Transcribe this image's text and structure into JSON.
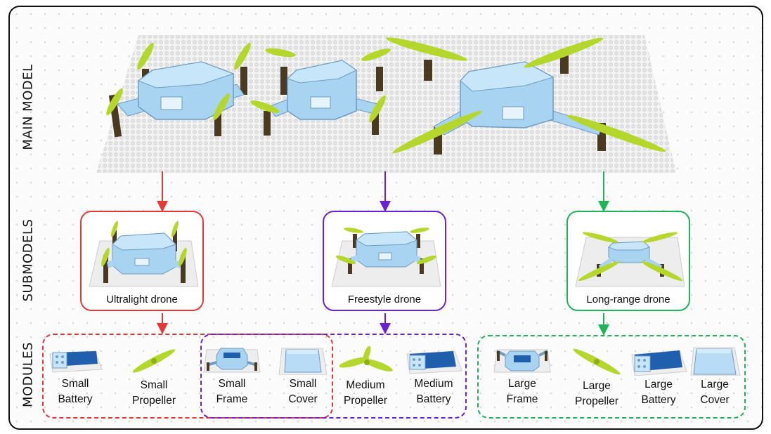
{
  "rows": {
    "main": "MAIN MODEL",
    "submodels": "SUBMODELS",
    "modules": "MODULES"
  },
  "submodels": [
    {
      "label": "Ultralight drone",
      "color": "#e53935"
    },
    {
      "label": "Freestyle drone",
      "color": "#6a22d6"
    },
    {
      "label": "Long-range drone",
      "color": "#1db45a"
    }
  ],
  "modules": [
    {
      "line1": "Small",
      "line2": "Battery",
      "icon": "small-battery-icon"
    },
    {
      "line1": "Small",
      "line2": "Propeller",
      "icon": "small-propeller-icon"
    },
    {
      "line1": "Small",
      "line2": "Frame",
      "icon": "small-frame-icon"
    },
    {
      "line1": "Small",
      "line2": "Cover",
      "icon": "small-cover-icon"
    },
    {
      "line1": "Medium",
      "line2": "Propeller",
      "icon": "medium-propeller-icon"
    },
    {
      "line1": "Medium",
      "line2": "Battery",
      "icon": "medium-battery-icon"
    },
    {
      "line1": "Large",
      "line2": "Frame",
      "icon": "large-frame-icon"
    },
    {
      "line1": "Large",
      "line2": "Propeller",
      "icon": "large-propeller-icon"
    },
    {
      "line1": "Large",
      "line2": "Battery",
      "icon": "large-battery-icon"
    },
    {
      "line1": "Large",
      "line2": "Cover",
      "icon": "large-cover-icon"
    }
  ],
  "colors": {
    "body": "#a8d4f2",
    "propeller": "#b5d62a",
    "leg": "#4a3a20",
    "battery": "#1f5fae"
  }
}
